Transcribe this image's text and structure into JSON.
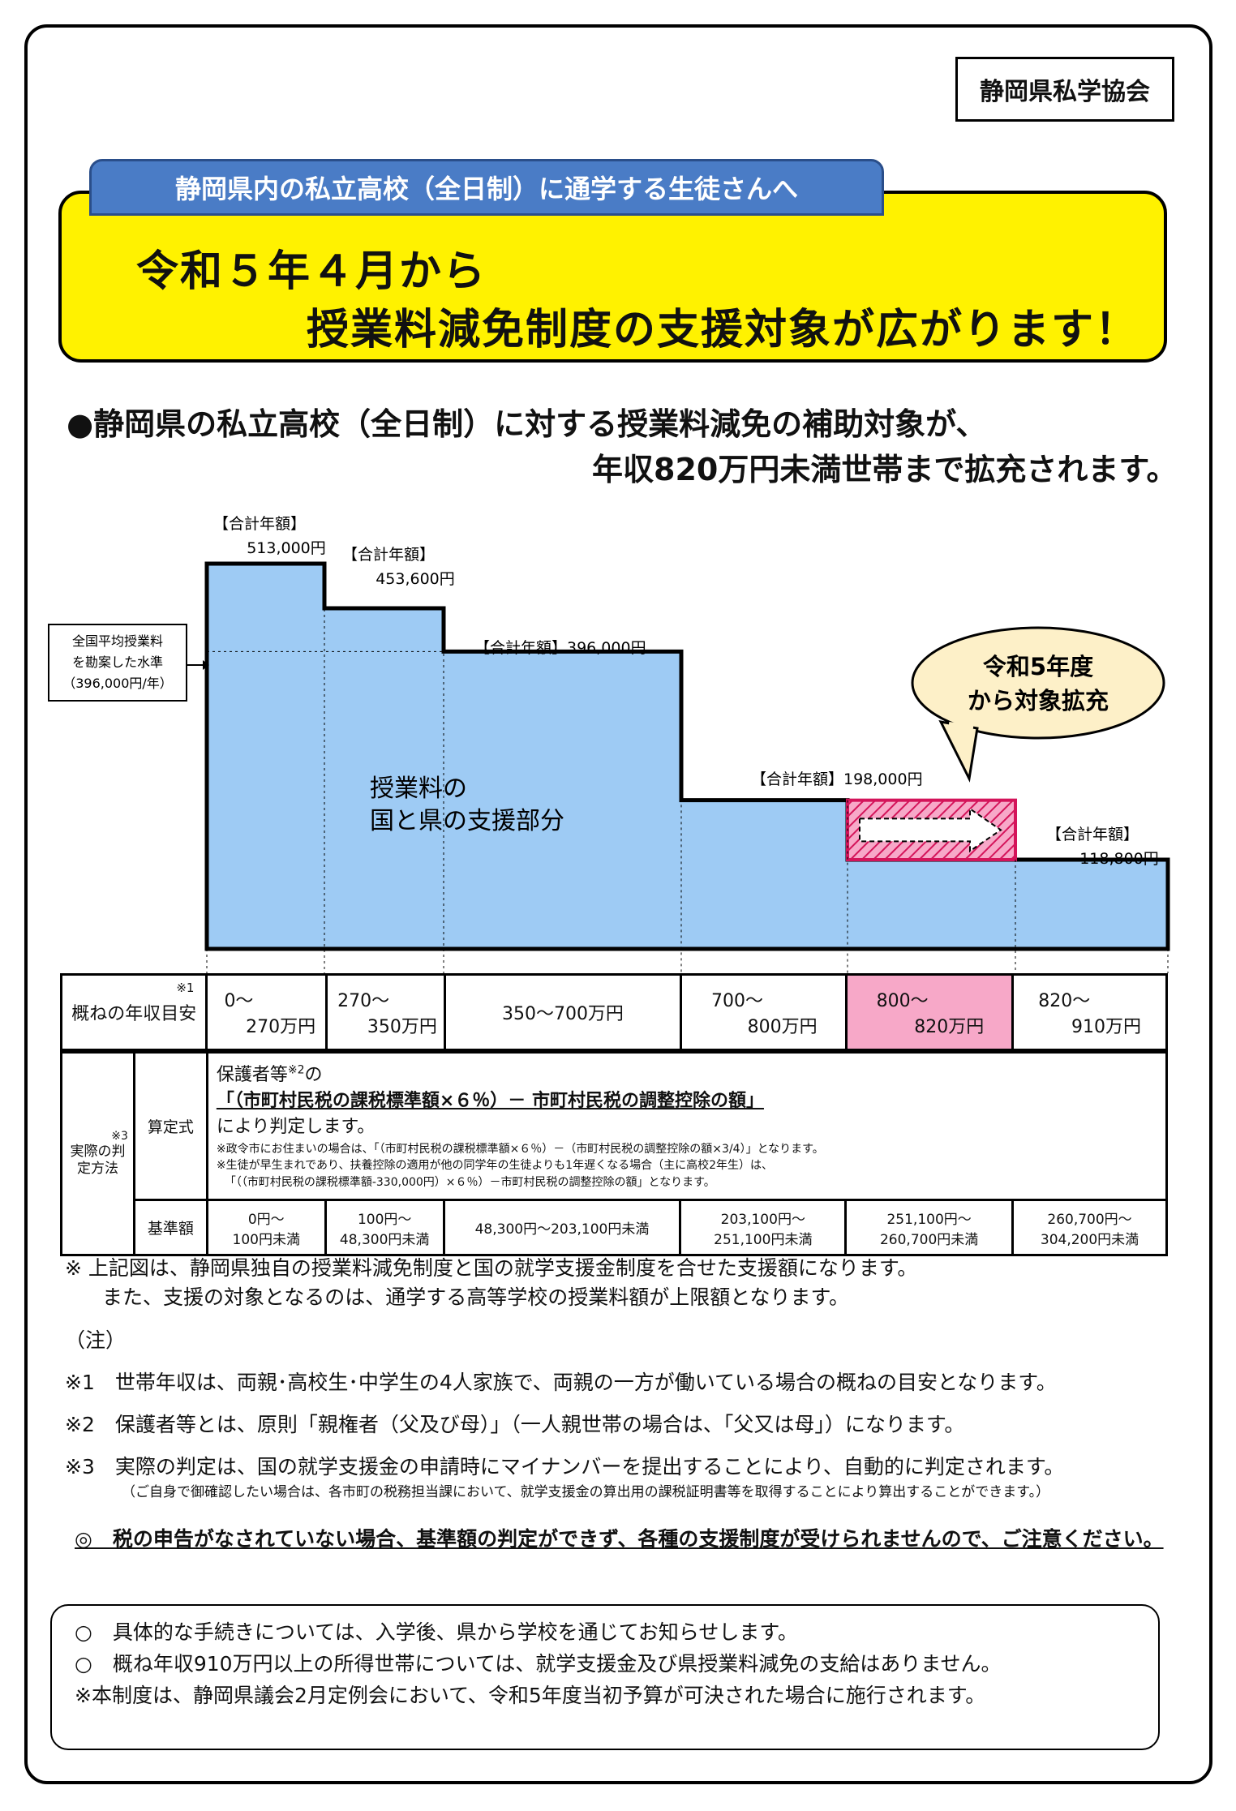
{
  "association": "静岡県私学協会",
  "banner": {
    "tab": "静岡県内の私立高校（全日制）に通学する生徒さんへ",
    "line1": "令和５年４月から",
    "line2": "授業料減免制度の支援対象が広がります！"
  },
  "lead": {
    "line1": "●静岡県の私立高校（全日制）に対する授業料減免の補助対象が、",
    "line2": "年収820万円未満世帯まで拡充されます。"
  },
  "chart": {
    "total_label": "【合計年額】",
    "totals": [
      "513,000円",
      "453,600円",
      "396,000円",
      "198,000円",
      "118,800円"
    ],
    "standard_note": [
      "全国平均授業料",
      "を勘案した水準",
      "（396,000円/年）"
    ],
    "area_label": [
      "授業料の",
      "国と県の支援部分"
    ],
    "bubble": [
      "令和5年度",
      "から対象拡充"
    ]
  },
  "chart_data": {
    "type": "step-area",
    "unit": "円",
    "bands": [
      "0〜270万円",
      "270〜350万円",
      "350〜700万円",
      "700〜800万円",
      "800〜820万円",
      "820〜910万円"
    ],
    "values": [
      513000,
      453600,
      396000,
      198000,
      198000,
      118800
    ],
    "reference_level": 396000,
    "expanded_band": "800〜820万円"
  },
  "table": {
    "income_header": "概ねの年収目安",
    "income_mark": "※1",
    "incomes": [
      [
        "0〜",
        "270万円"
      ],
      [
        "270〜",
        "350万円"
      ],
      [
        "350〜700万円"
      ],
      [
        "700〜",
        "800万円"
      ],
      [
        "800〜",
        "820万円"
      ],
      [
        "820〜",
        "910万円"
      ]
    ],
    "method_header": "実際の判定方法",
    "method_mark": "※3",
    "formula_header": "算定式",
    "formula_line1_pre": "保護者等",
    "formula_line1_mark": "※2",
    "formula_line1_post": "の",
    "formula_main": "「（市町村民税の課税標準額×６％）－ 市町村民税の調整控除の額」",
    "formula_line3": "により判定します。",
    "formula_notes": [
      "※政令市にお住まいの場合は、「（市町村民税の課税標準額×６％）－（市町村民税の調整控除の額×3/4）」となります。",
      "※生徒が早生まれであり、扶養控除の適用が他の同学年の生徒よりも1年遅くなる場合（主に高校2年生）は、",
      "「（（市町村民税の課税標準額-330,000円）×６％）－市町村民税の調整控除の額」となります。"
    ],
    "standard_header": "基準額",
    "standards": [
      [
        "0円～",
        "100円未満"
      ],
      [
        "100円～",
        "48,300円未満"
      ],
      [
        "48,300円～203,100円未満"
      ],
      [
        "203,100円～",
        "251,100円未満"
      ],
      [
        "251,100円～",
        "260,700円未満"
      ],
      [
        "260,700円～",
        "304,200円未満"
      ]
    ]
  },
  "notes": {
    "n1": "※ 上記図は、静岡県独自の授業料減免制度と国の就学支援金制度を合せた支援額になります。",
    "n2": "また、支援の対象となるのは、通学する高等学校の授業料額が上限額となります。",
    "chu": "（注）",
    "m1": "※1　世帯年収は、両親･高校生･中学生の4人家族で、両親の一方が働いている場合の概ねの目安となります。",
    "m2": "※2　保護者等とは、原則「親権者（父及び母）」（一人親世帯の場合は、「父又は母」）になります。",
    "m3": "※3　実際の判定は、国の就学支援金の申請時にマイナンバーを提出することにより、自動的に判定されます。",
    "m3_sub": "（ご自身で御確認したい場合は、各市町の税務担当課において、就学支援金の算出用の課税証明書等を取得することにより算出することができます。）",
    "attention": "◎　税の申告がなされていない場合、基準額の判定ができず、各種の支援制度が受けられませんので、ご注意ください。"
  },
  "bottom": {
    "b1": "○　具体的な手続きについては、入学後、県から学校を通じてお知らせします。",
    "b2": "○　概ね年収910万円以上の所得世帯については、就学支援金及び県授業料減免の支給はありません。",
    "b3": "※本制度は、静岡県議会2月定例会において、令和5年度当初予算が可決された場合に施行されます。"
  }
}
